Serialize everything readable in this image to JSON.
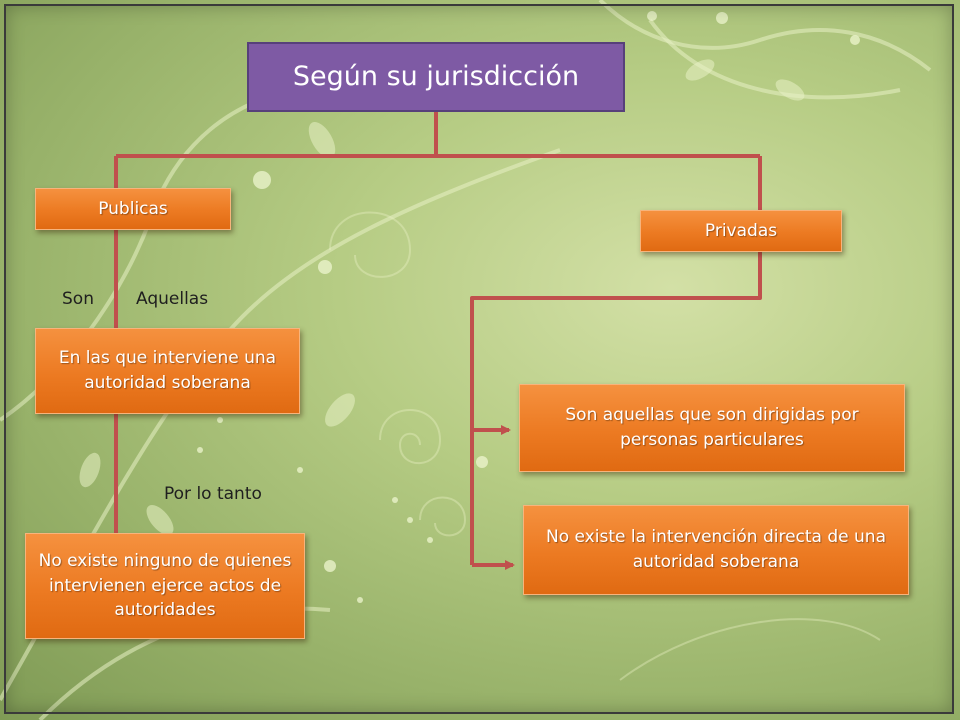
{
  "diagram": {
    "title": "Según su jurisdicción",
    "left_branch": {
      "label": "Publicas",
      "connector_label_1": "Son",
      "connector_label_2": "Aquellas",
      "definition": "En las que interviene una autoridad soberana",
      "transition_label": "Por lo tanto",
      "consequence": "No existe ninguno de quienes intervienen ejerce actos de autoridades"
    },
    "right_branch": {
      "label": "Privadas",
      "definition": "Son aquellas que son dirigidas por personas particulares",
      "consequence": "No existe la intervención directa de una autoridad soberana"
    }
  },
  "colors": {
    "title_fill": "#7e5aa4",
    "box_fill": "#ec7a22",
    "connector": "#c0504d",
    "background": "#b6cc84"
  }
}
